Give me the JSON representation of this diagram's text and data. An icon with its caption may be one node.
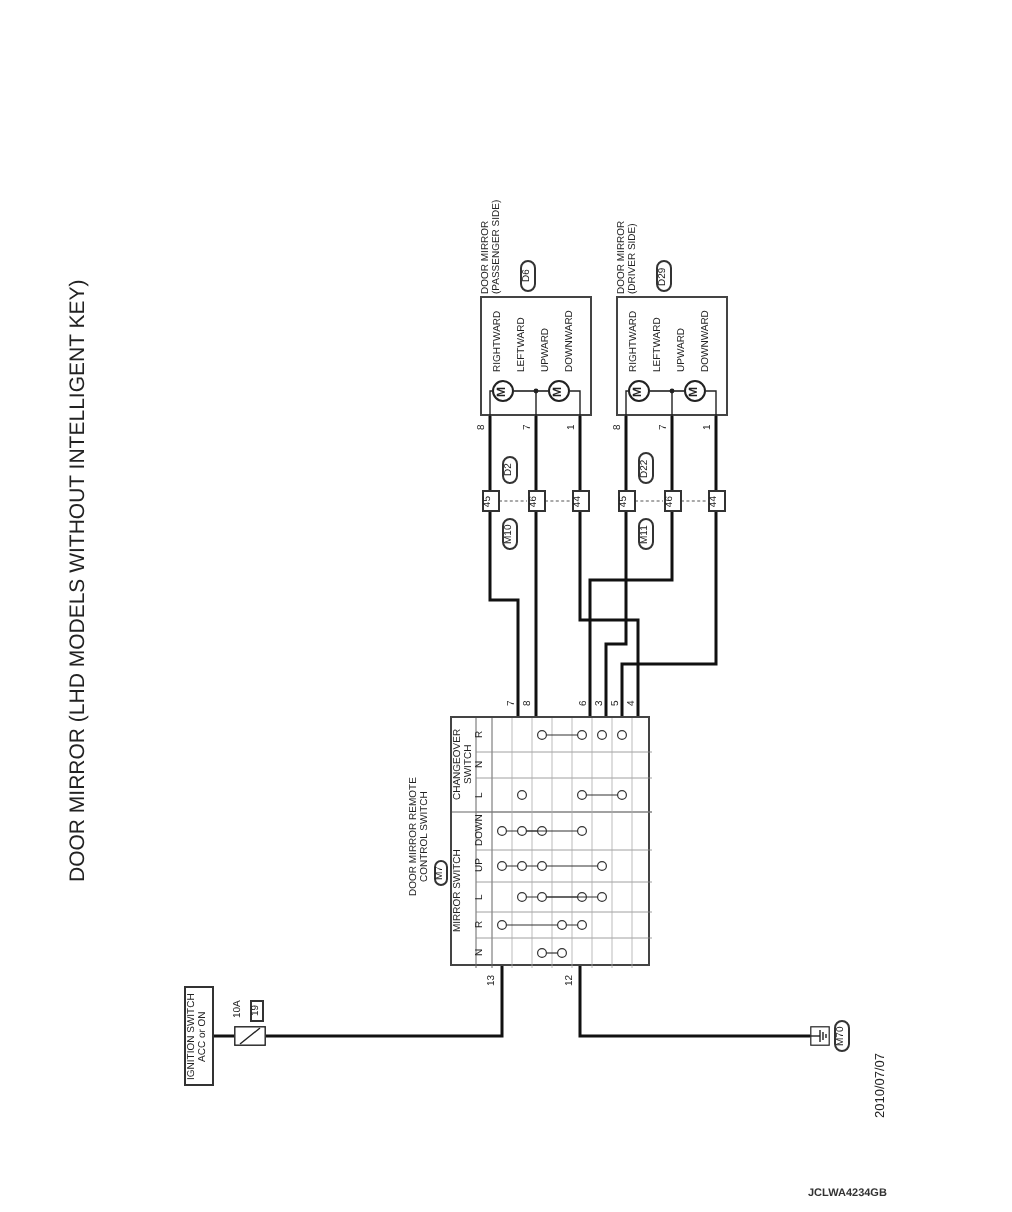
{
  "diagram": {
    "title": "DOOR MIRROR (LHD MODELS WITHOUT INTELLIGENT KEY)",
    "nodes": [
      {
        "text": [
          "IGNITION SWITCH ACC or ON"
        ]
      },
      {
        "text": [],
        "shape": "fuse",
        "beside": [
          "10A",
          "19"
        ]
      },
      {
        "text": [
          "DOOR MIRROR REMOTE CONTROL SWITCH",
          "M7"
        ]
      },
      {
        "text": [],
        "shape": "ground",
        "beside": [
          "M70"
        ]
      },
      {
        "text": [
          "DOOR MIRROR (PASSENGER SIDE)",
          "D6",
          "RIGHTWARD",
          "LEFTWARD",
          "UPWARD",
          "DOWNWARD"
        ]
      },
      {
        "text": [
          "M"
        ],
        "in": 4
      },
      {
        "text": [
          "M"
        ],
        "in": 4
      },
      {
        "text": [
          "DOOR MIRROR (DRIVER SIDE)",
          "D29",
          "RIGHTWARD",
          "LEFTWARD",
          "UPWARD",
          "DOWNWARD"
        ]
      },
      {
        "text": [
          "M"
        ],
        "in": 7
      },
      {
        "text": [
          "M"
        ],
        "in": 7
      },
      {
        "text": [
          "45"
        ]
      },
      {
        "text": [
          "46"
        ],
        "beside": [
          "M10",
          "D2"
        ]
      },
      {
        "text": [
          "44"
        ]
      },
      {
        "text": [
          "45"
        ]
      },
      {
        "text": [
          "46"
        ],
        "beside": [
          "M11",
          "D22"
        ]
      },
      {
        "text": [
          "44"
        ]
      }
    ],
    "edges": [
      {
        "from": 0,
        "to": 1,
        "arrow": "none"
      },
      {
        "from": 1,
        "to": 2,
        "arrow": "none"
      },
      {
        "from": 2,
        "to": 3,
        "arrow": "none"
      },
      {
        "from": 10,
        "to": 4,
        "arrow": "none"
      },
      {
        "from": 11,
        "to": 4,
        "arrow": "none"
      },
      {
        "from": 12,
        "to": 4,
        "arrow": "none"
      },
      {
        "from": 13,
        "to": 7,
        "arrow": "none"
      },
      {
        "from": 14,
        "to": 7,
        "arrow": "none"
      },
      {
        "from": 15,
        "to": 7,
        "arrow": "none"
      },
      {
        "from": 2,
        "to": 10,
        "arrow": "none"
      },
      {
        "from": 2,
        "to": 11,
        "arrow": "none"
      },
      {
        "from": 2,
        "to": 12,
        "arrow": "none"
      },
      {
        "from": 2,
        "to": 13,
        "arrow": "none"
      },
      {
        "from": 2,
        "to": 14,
        "arrow": "none"
      },
      {
        "from": 2,
        "to": 15,
        "arrow": "none"
      },
      {
        "from": 10,
        "to": 11,
        "arrow": "none",
        "style": "dashed"
      },
      {
        "from": 11,
        "to": 12,
        "arrow": "none",
        "style": "dashed"
      },
      {
        "from": 13,
        "to": 14,
        "arrow": "none",
        "style": "dashed"
      },
      {
        "from": 14,
        "to": 15,
        "arrow": "none",
        "style": "dashed"
      },
      {
        "from": 5,
        "to": 6,
        "arrow": "none"
      },
      {
        "from": 8,
        "to": 9,
        "arrow": "none"
      }
    ],
    "labels": [
      "MIRROR SWITCH",
      "N",
      "R",
      "L",
      "UP",
      "DOWN",
      "CHANGEOVER SWITCH",
      "L",
      "N",
      "R",
      "13",
      "12",
      "7",
      "8",
      "6",
      "3",
      "5",
      "4",
      "8",
      "7",
      "1",
      "8",
      "7",
      "1",
      "2010/07/07",
      "JCLWA4234GB"
    ]
  }
}
